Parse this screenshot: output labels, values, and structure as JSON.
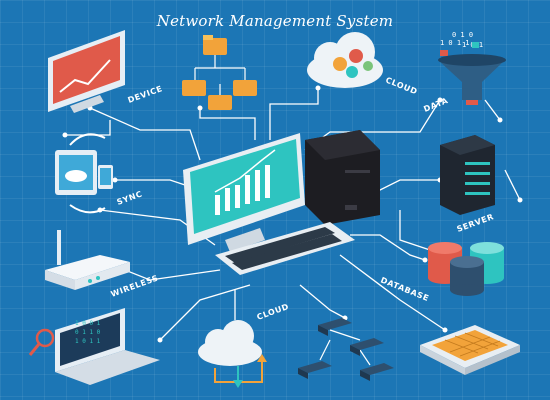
{
  "title": "Network Management System",
  "labels": {
    "device": "DEVICE",
    "cloud_top": "CLOUD",
    "data": "DATA",
    "sync": "SYNC",
    "server": "SERVER",
    "wireless": "WIRELESS",
    "cloud_bottom": "CLOUD",
    "database": "DATABASE"
  },
  "icons": [
    "monitor-chart-icon",
    "folder-tree-icon",
    "cloud-gears-icon",
    "data-funnel-icon",
    "tablet-phone-sync-icon",
    "desktop-computer-icon",
    "server-rack-icon",
    "router-icon",
    "database-icon",
    "laptop-binary-icon",
    "cloud-upload-download-icon",
    "network-switch-icon",
    "cpu-chip-icon"
  ],
  "colors": {
    "background": "#1c76b5",
    "line": "#ffffff",
    "accent_teal": "#2ec4c0",
    "accent_red": "#e05a4a",
    "accent_orange": "#f2a33a"
  }
}
